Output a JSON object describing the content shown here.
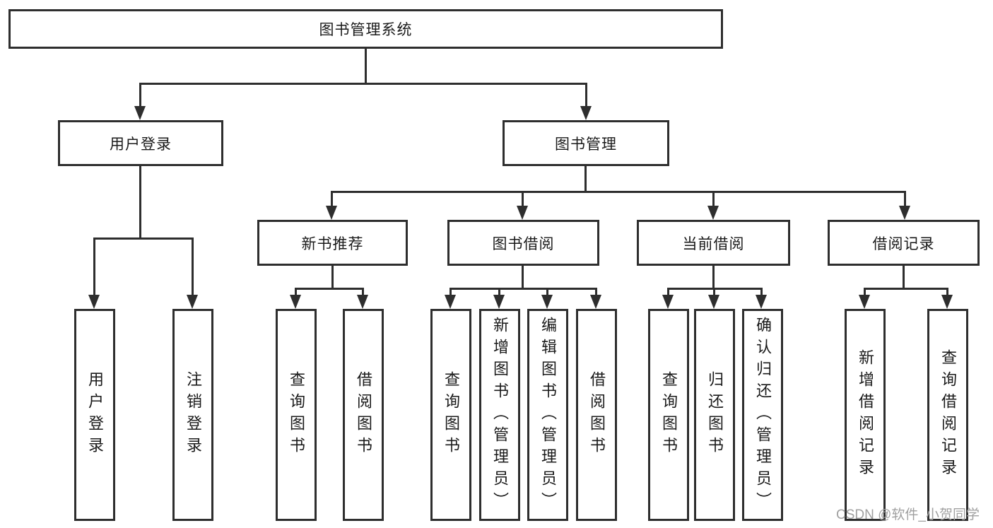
{
  "diagram": {
    "root": {
      "label": "图书管理系统"
    },
    "branches": {
      "user_login": {
        "label": "用户登录",
        "children": {
          "login": "用户登录",
          "logout": "注销登录"
        }
      },
      "book_mgmt": {
        "label": "图书管理",
        "children": {
          "new_book_rec": {
            "label": "新书推荐",
            "children": {
              "query_book": "查询图书",
              "borrow_book": "借阅图书"
            }
          },
          "book_borrow": {
            "label": "图书借阅",
            "children": {
              "query_book": "查询图书",
              "add_book": "新增图书（管理员）",
              "edit_book": "编辑图书（管理员）",
              "borrow_book": "借阅图书"
            }
          },
          "current_borrow": {
            "label": "当前借阅",
            "children": {
              "query_book": "查询图书",
              "return_book": "归还图书",
              "confirm_return": "确认归还（管理员）"
            }
          },
          "borrow_records": {
            "label": "借阅记录",
            "children": {
              "add_record": "新增借阅记录",
              "query_record": "查询借阅记录"
            }
          }
        }
      }
    }
  },
  "watermark": {
    "text": "CSDN @软件_小贺同学"
  }
}
